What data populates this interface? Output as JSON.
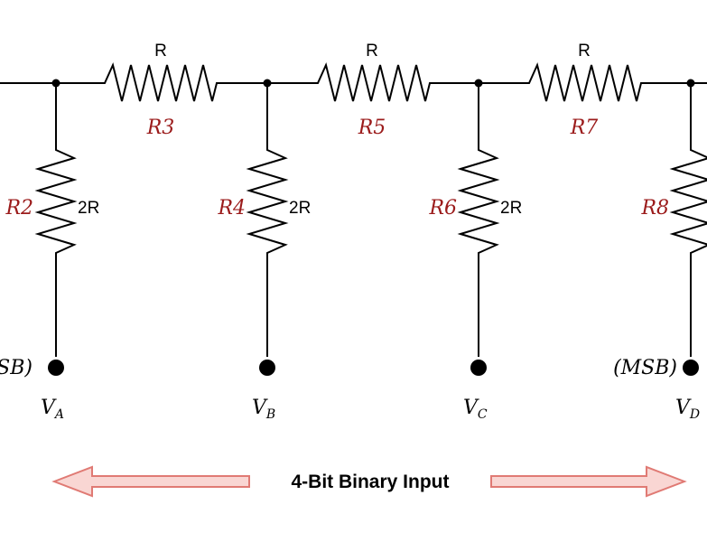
{
  "series_resistors": [
    {
      "ref": "R3",
      "value": "R"
    },
    {
      "ref": "R5",
      "value": "R"
    },
    {
      "ref": "R7",
      "value": "R"
    }
  ],
  "shunt_resistors": [
    {
      "ref": "R2",
      "value": "2R"
    },
    {
      "ref": "R4",
      "value": "2R"
    },
    {
      "ref": "R6",
      "value": "2R"
    },
    {
      "ref": "R8",
      "value": ""
    }
  ],
  "inputs": [
    {
      "node": "V",
      "sub": "A",
      "tag": "SB)"
    },
    {
      "node": "V",
      "sub": "B",
      "tag": ""
    },
    {
      "node": "V",
      "sub": "C",
      "tag": ""
    },
    {
      "node": "V",
      "sub": "D",
      "tag": "(MSB)"
    }
  ],
  "caption": "4-Bit Binary Input",
  "colors": {
    "reference_label": "#9b1b1b",
    "arrow_fill": "#f9d6d3",
    "arrow_stroke": "#e07a74"
  }
}
